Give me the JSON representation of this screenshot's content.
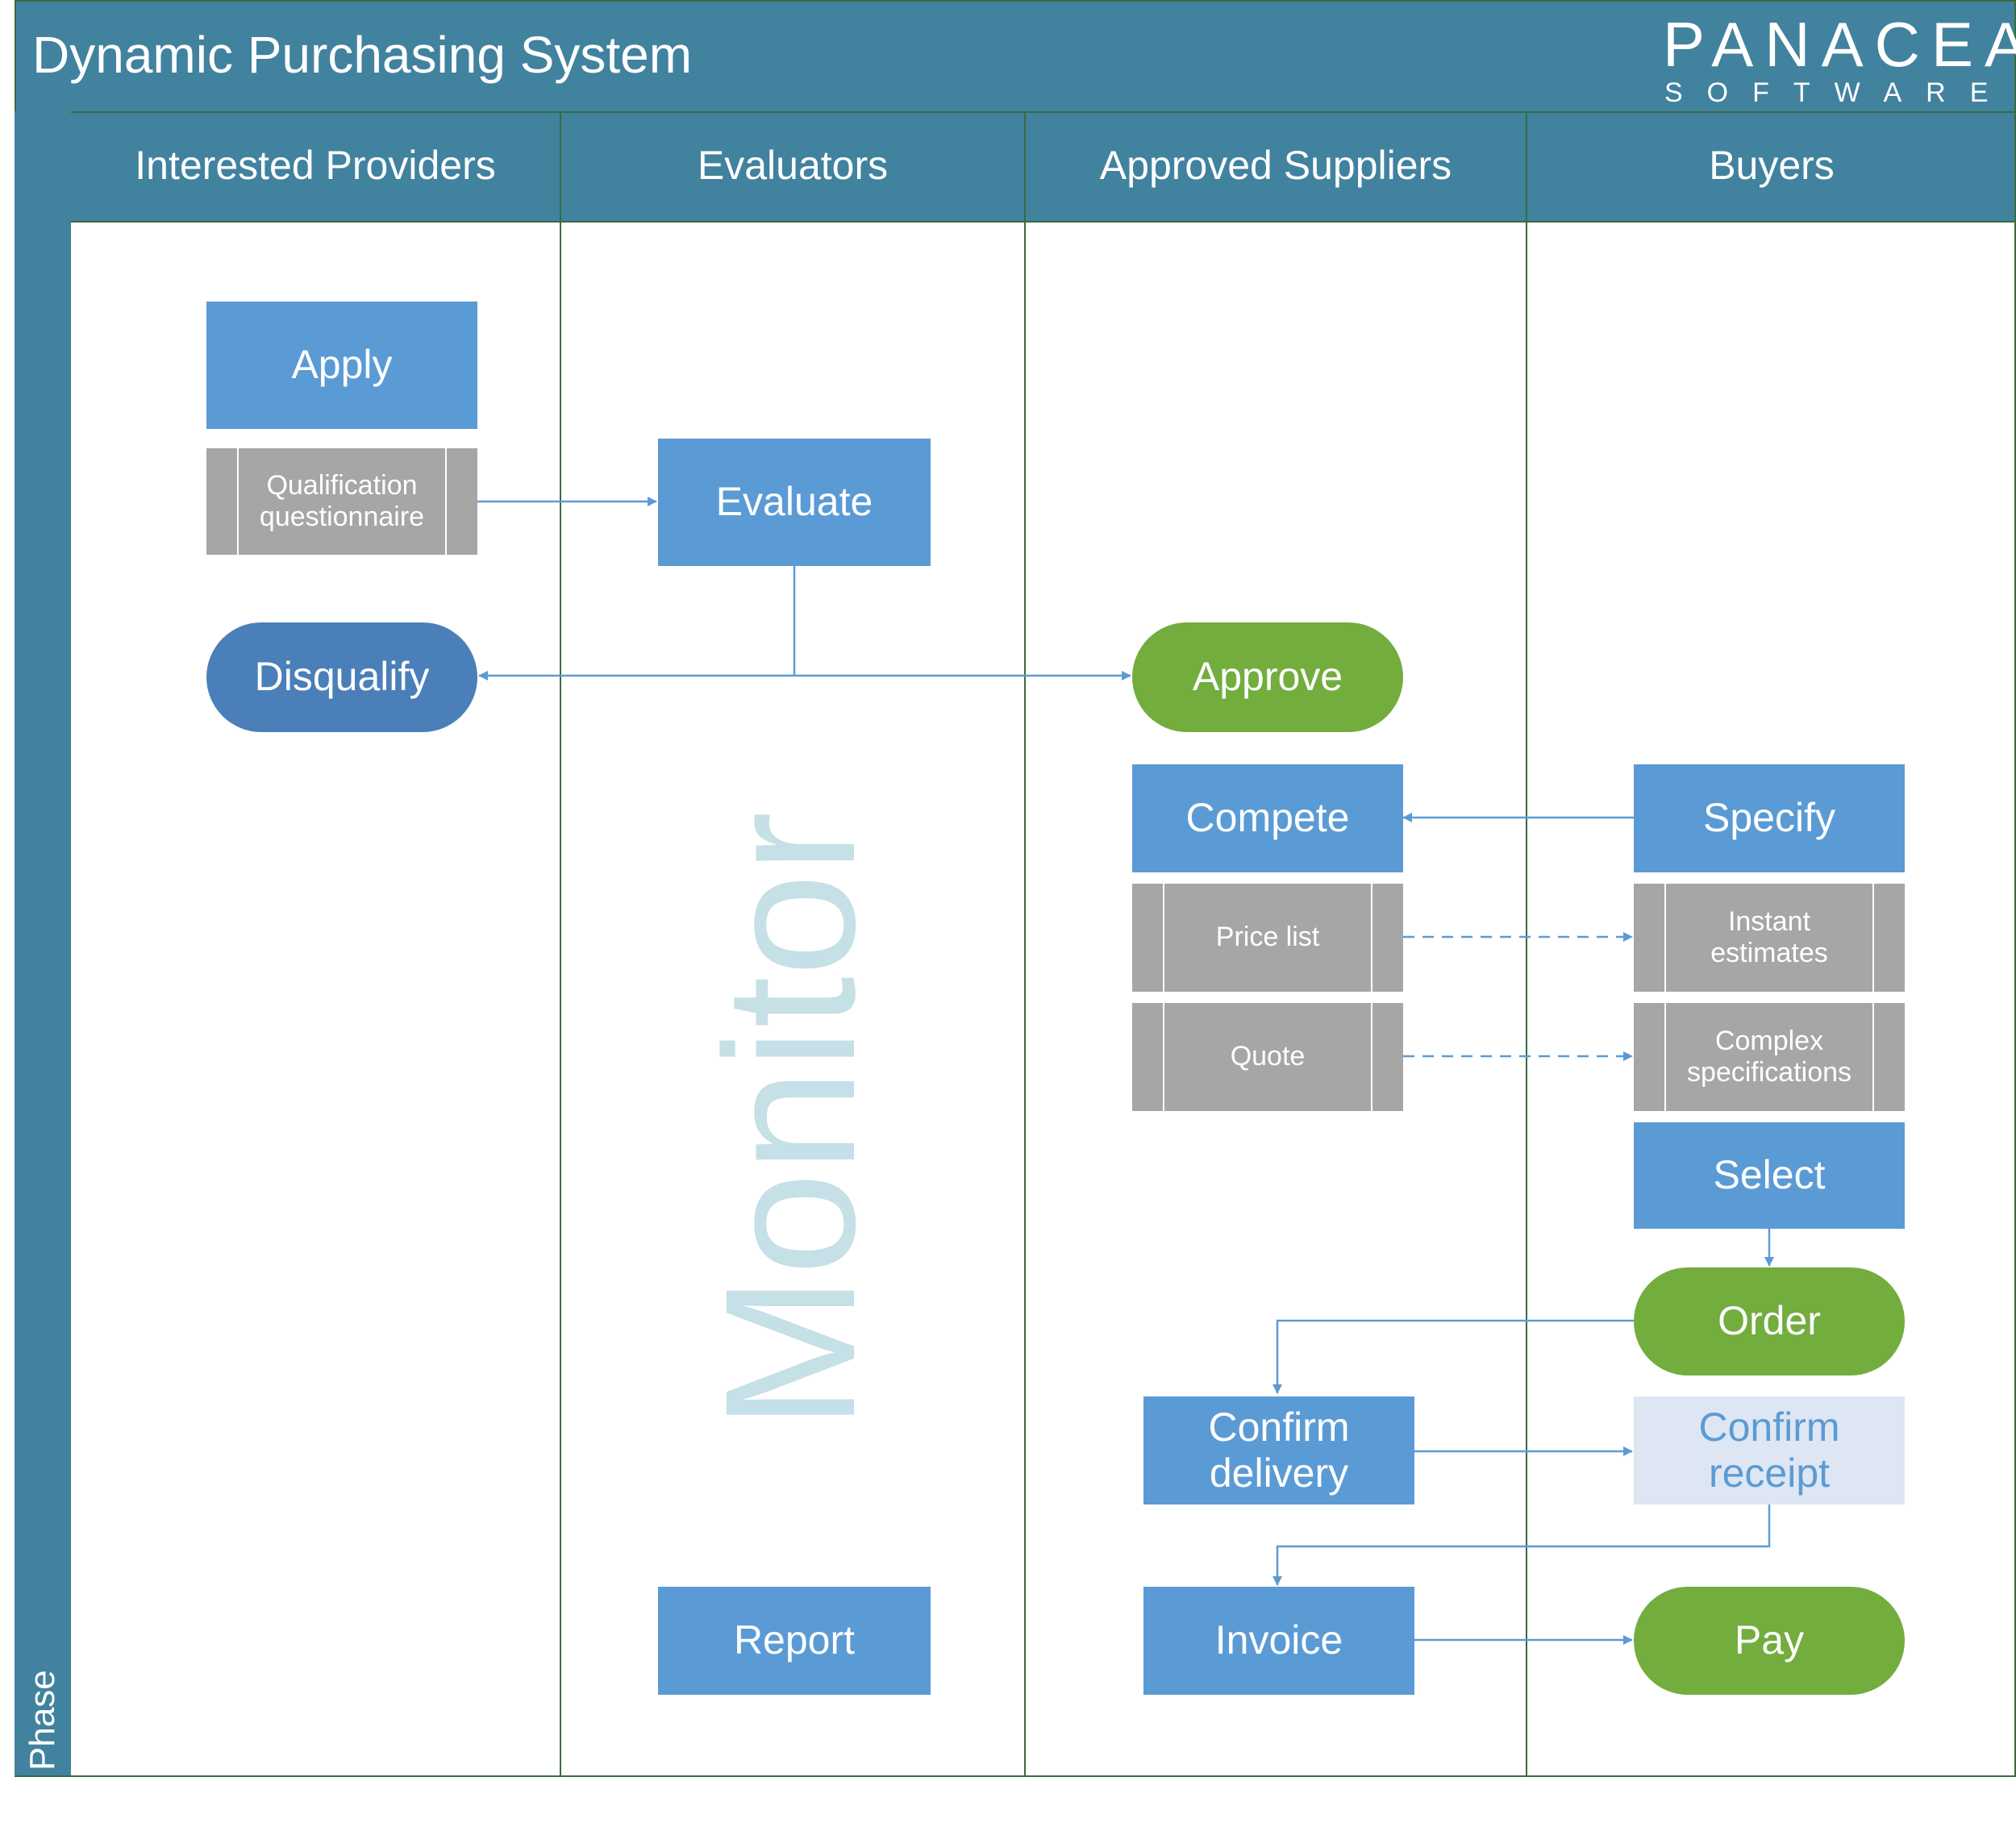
{
  "title": "Dynamic Purchasing System",
  "logo": {
    "name": "PANACEA",
    "tagline": "SOFTWARE"
  },
  "phase_label": "Phase",
  "watermark": "Monitor",
  "lanes": [
    {
      "label": "Interested Providers"
    },
    {
      "label": "Evaluators"
    },
    {
      "label": "Approved Suppliers"
    },
    {
      "label": "Buyers"
    }
  ],
  "nodes": {
    "apply": "Apply",
    "qualification_questionnaire": "Qualification questionnaire",
    "evaluate": "Evaluate",
    "disqualify": "Disqualify",
    "approve": "Approve",
    "compete": "Compete",
    "specify": "Specify",
    "price_list": "Price list",
    "instant_estimates": "Instant estimates",
    "quote": "Quote",
    "complex_specifications": "Complex specifications",
    "select": "Select",
    "order": "Order",
    "confirm_delivery": "Confirm delivery",
    "confirm_receipt": "Confirm receipt",
    "report": "Report",
    "invoice": "Invoice",
    "pay": "Pay"
  },
  "colors": {
    "header": "#41829f",
    "lane_border": "#3a6a40",
    "process": "#5b9bd5",
    "terminal_dark": "#4a7fb9",
    "terminal_green": "#72ad3e",
    "document": "#a6a6a6",
    "pending": "#dee6f3",
    "connector": "#5b9bd5",
    "watermark": "#c5e0e6"
  }
}
